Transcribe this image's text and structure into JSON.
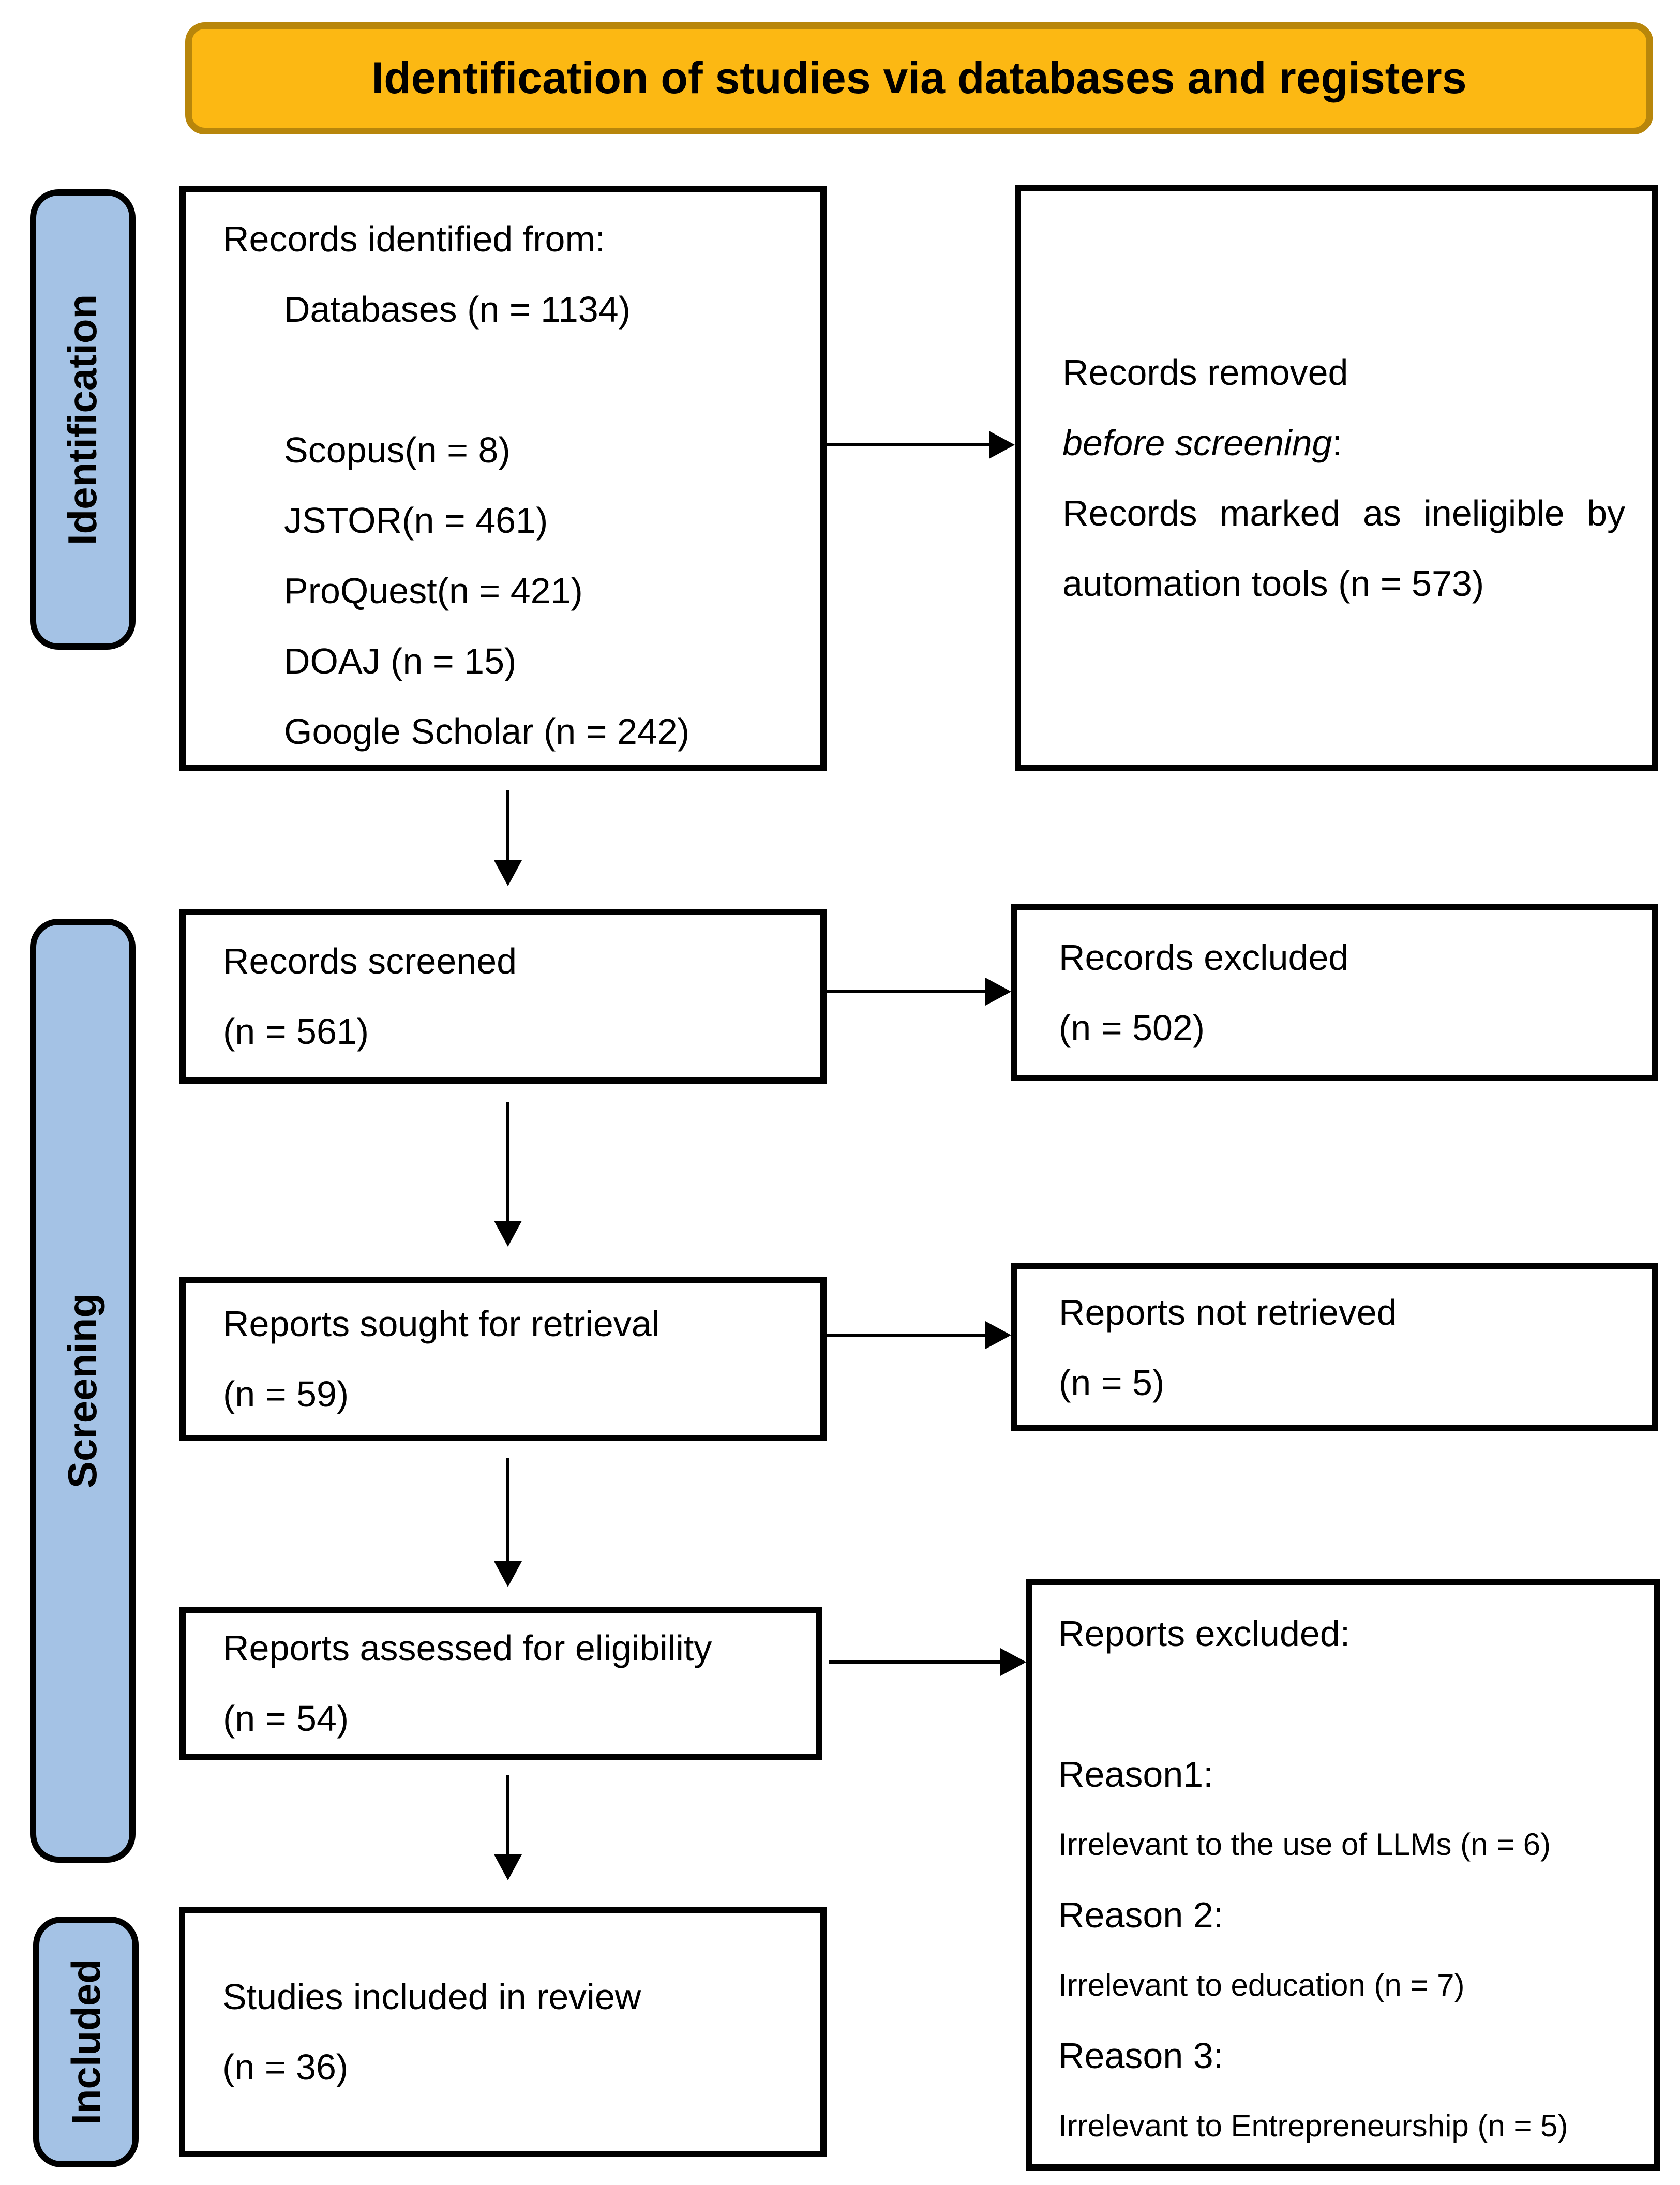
{
  "banner": {
    "label": "Identification of studies via databases and registers"
  },
  "stages": [
    {
      "label": "Identification"
    },
    {
      "label": "Screening"
    },
    {
      "label": "Included"
    }
  ],
  "boxes": {
    "records_identified": {
      "heading": "Records identified from:",
      "databases": "Databases (n = 1134)",
      "sources": [
        "Scopus(n = 8)",
        "JSTOR(n = 461)",
        "ProQuest(n = 421)",
        "DOAJ (n = 15)",
        "Google Scholar (n = 242)"
      ]
    },
    "records_removed": {
      "line1": "Records removed",
      "line2_italic": "before screening",
      "line2_colon": ":",
      "line3": "Records marked as ineligible by",
      "line4": "automation tools (n = 573)"
    },
    "records_screened": {
      "line1": "Records screened",
      "line2": "(n = 561)"
    },
    "records_excluded": {
      "line1": "Records excluded",
      "line2": "(n = 502)"
    },
    "reports_sought": {
      "line1": "Reports sought for retrieval",
      "line2": "(n = 59)"
    },
    "reports_not_retrieved": {
      "line1": "Reports not retrieved",
      "line2": "(n = 5)"
    },
    "reports_assessed": {
      "line1": "Reports assessed for eligibility",
      "line2": "(n = 54)"
    },
    "reports_excluded": {
      "heading": "Reports excluded:",
      "reason1_label": "Reason1:",
      "reason1_detail": "Irrelevant to the use of LLMs (n = 6)",
      "reason2_label": "Reason 2:",
      "reason2_detail": "Irrelevant to education (n = 7)",
      "reason3_label": "Reason 3:",
      "reason3_detail": "Irrelevant to Entrepreneurship (n = 5)"
    },
    "studies_included": {
      "line1": "Studies included in review",
      "line2": "(n = 36)"
    }
  },
  "colors": {
    "background": "#FFFFFF",
    "banner_fill": "#FCB813",
    "banner_border": "#B8860B",
    "stage_tab_fill": "#A4C2E5",
    "stage_tab_border": "#000000",
    "box_border": "#000000",
    "arrow": "#000000",
    "text": "#000000"
  }
}
